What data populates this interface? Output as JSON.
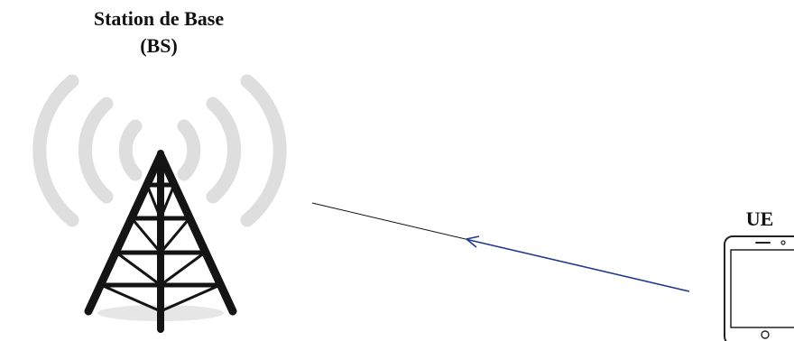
{
  "base_station": {
    "title_line1": "Station de Base",
    "title_line2": "(BS)",
    "icon": "cell-tower-icon",
    "signal_icon": "radio-waves-icon"
  },
  "user_equipment": {
    "label": "UE",
    "icon": "smartphone-icon"
  },
  "link": {
    "direction": "uplink (UE to BS)",
    "arrow_color": "#1f3a8a",
    "line_color": "#111111"
  },
  "colors": {
    "waves": "#dedede",
    "tower": "#141414",
    "shadow": "#e6e6e6"
  }
}
